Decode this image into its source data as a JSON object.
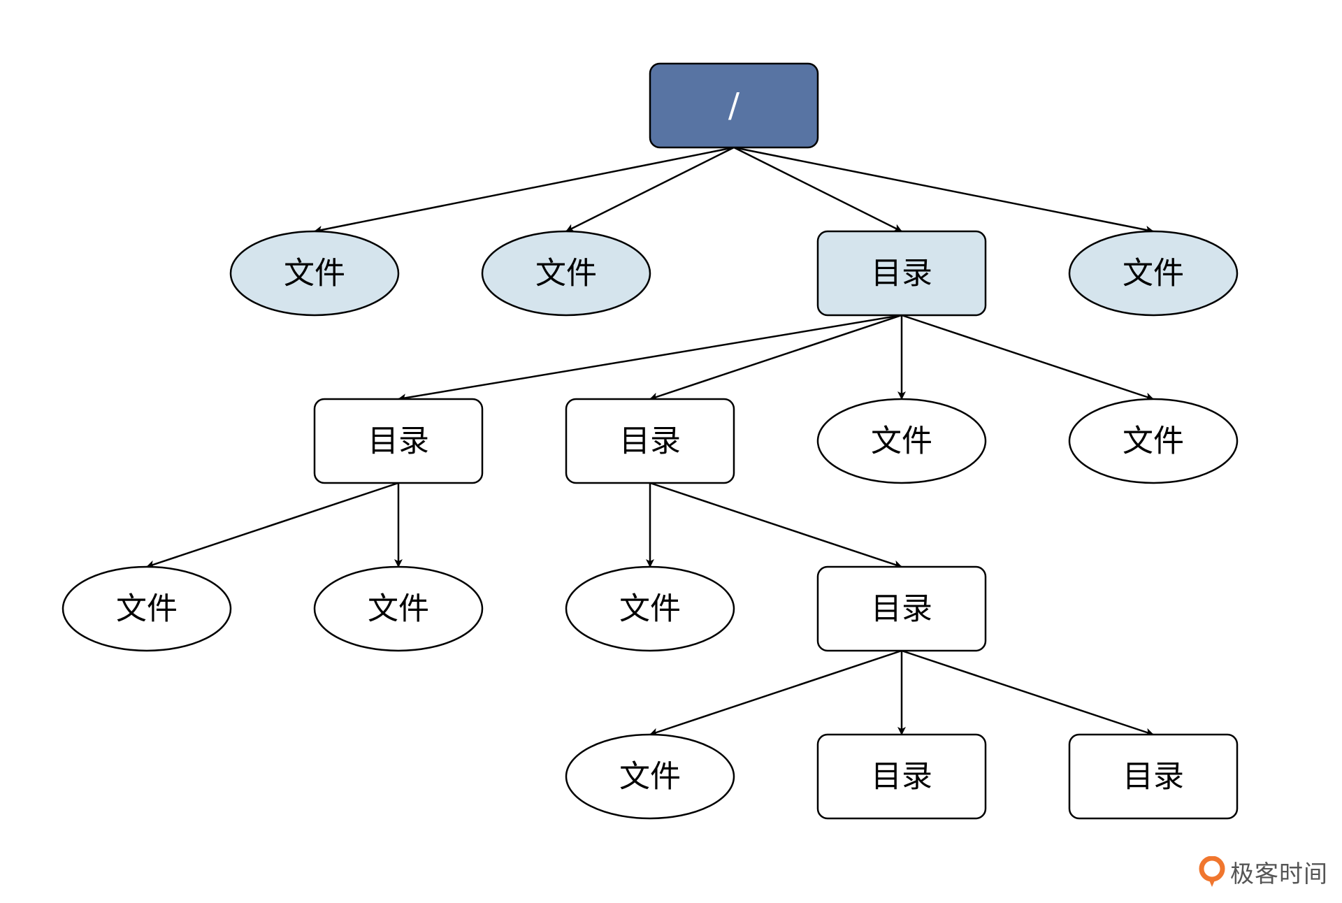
{
  "diagram": {
    "colors": {
      "root_fill": "#5874a3",
      "highlight_fill": "#d5e4ed",
      "plain_fill": "#ffffff",
      "line": "#000000"
    },
    "nodes": [
      {
        "id": "root",
        "shape": "rect",
        "label": "/",
        "style": "root"
      },
      {
        "id": "l1-file-1",
        "shape": "ellipse",
        "label": "文件",
        "style": "highlight"
      },
      {
        "id": "l1-file-2",
        "shape": "ellipse",
        "label": "文件",
        "style": "highlight"
      },
      {
        "id": "l1-dir",
        "shape": "rect",
        "label": "目录",
        "style": "highlight"
      },
      {
        "id": "l1-file-3",
        "shape": "ellipse",
        "label": "文件",
        "style": "highlight"
      },
      {
        "id": "l2-dir-a",
        "shape": "rect",
        "label": "目录",
        "style": "plain"
      },
      {
        "id": "l2-dir-b",
        "shape": "rect",
        "label": "目录",
        "style": "plain"
      },
      {
        "id": "l2-file-1",
        "shape": "ellipse",
        "label": "文件",
        "style": "plain"
      },
      {
        "id": "l2-file-2",
        "shape": "ellipse",
        "label": "文件",
        "style": "plain"
      },
      {
        "id": "l3-file-1",
        "shape": "ellipse",
        "label": "文件",
        "style": "plain"
      },
      {
        "id": "l3-file-2",
        "shape": "ellipse",
        "label": "文件",
        "style": "plain"
      },
      {
        "id": "l3-file-3",
        "shape": "ellipse",
        "label": "文件",
        "style": "plain"
      },
      {
        "id": "l3-dir",
        "shape": "rect",
        "label": "目录",
        "style": "plain"
      },
      {
        "id": "l4-file",
        "shape": "ellipse",
        "label": "文件",
        "style": "plain"
      },
      {
        "id": "l4-dir-1",
        "shape": "rect",
        "label": "目录",
        "style": "plain"
      },
      {
        "id": "l4-dir-2",
        "shape": "rect",
        "label": "目录",
        "style": "plain"
      }
    ],
    "edges": [
      {
        "from": "root",
        "to": "l1-file-1"
      },
      {
        "from": "root",
        "to": "l1-file-2"
      },
      {
        "from": "root",
        "to": "l1-dir"
      },
      {
        "from": "root",
        "to": "l1-file-3"
      },
      {
        "from": "l1-dir",
        "to": "l2-dir-a"
      },
      {
        "from": "l1-dir",
        "to": "l2-dir-b"
      },
      {
        "from": "l1-dir",
        "to": "l2-file-1"
      },
      {
        "from": "l1-dir",
        "to": "l2-file-2"
      },
      {
        "from": "l2-dir-a",
        "to": "l3-file-1"
      },
      {
        "from": "l2-dir-a",
        "to": "l3-file-2"
      },
      {
        "from": "l2-dir-b",
        "to": "l3-file-3"
      },
      {
        "from": "l2-dir-b",
        "to": "l3-dir"
      },
      {
        "from": "l3-dir",
        "to": "l4-file"
      },
      {
        "from": "l3-dir",
        "to": "l4-dir-1"
      },
      {
        "from": "l3-dir",
        "to": "l4-dir-2"
      }
    ]
  },
  "brand": {
    "text": "极客时间",
    "logo_icon": "geektime-logo-icon",
    "logo_color": "#f0762e"
  }
}
